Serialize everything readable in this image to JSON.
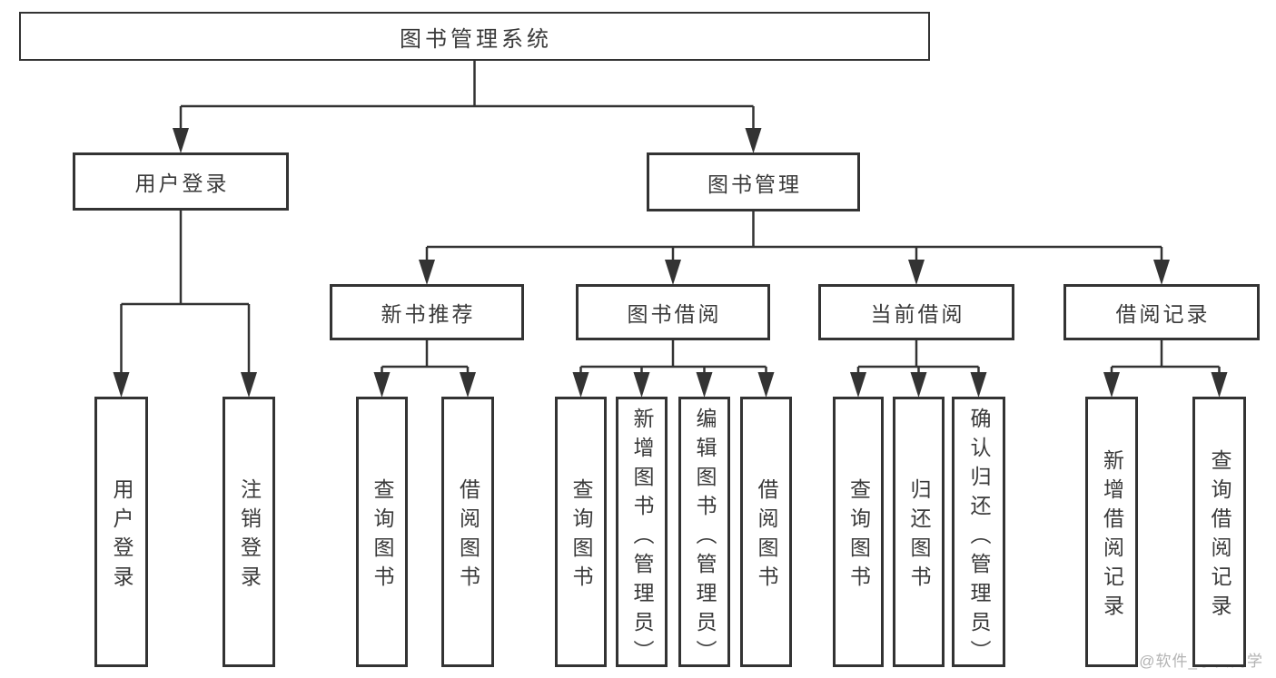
{
  "diagram": {
    "title": "图书管理系统",
    "watermark": "CSDN @软件_小贺同学",
    "colors": {
      "line": "#333333",
      "box_border": "#333333",
      "box_background": "#ffffff",
      "text": "#3a3a3a",
      "watermark": "#b3b3b3"
    },
    "nodes": [
      {
        "id": "root",
        "label": "图书管理系统",
        "level": 1,
        "parent": null,
        "orientation": "horizontal"
      },
      {
        "id": "user-login",
        "label": "用户登录",
        "level": 2,
        "parent": "root",
        "orientation": "horizontal"
      },
      {
        "id": "book-management",
        "label": "图书管理",
        "level": 2,
        "parent": "root",
        "orientation": "horizontal"
      },
      {
        "id": "new-book-recommend",
        "label": "新书推荐",
        "level": 3,
        "parent": "book-management",
        "orientation": "horizontal"
      },
      {
        "id": "book-borrowing",
        "label": "图书借阅",
        "level": 3,
        "parent": "book-management",
        "orientation": "horizontal"
      },
      {
        "id": "current-borrowing",
        "label": "当前借阅",
        "level": 3,
        "parent": "book-management",
        "orientation": "horizontal"
      },
      {
        "id": "borrowing-records",
        "label": "借阅记录",
        "level": 3,
        "parent": "book-management",
        "orientation": "horizontal"
      },
      {
        "id": "user-login-action",
        "label": "用户登录",
        "level": 4,
        "parent": "user-login",
        "orientation": "vertical"
      },
      {
        "id": "logout-action",
        "label": "注销登录",
        "level": 4,
        "parent": "user-login",
        "orientation": "vertical"
      },
      {
        "id": "query-books-recommend",
        "label": "查询图书",
        "level": 4,
        "parent": "new-book-recommend",
        "orientation": "vertical"
      },
      {
        "id": "borrow-books-recommend",
        "label": "借阅图书",
        "level": 4,
        "parent": "new-book-recommend",
        "orientation": "vertical"
      },
      {
        "id": "query-books-borrowing",
        "label": "查询图书",
        "level": 4,
        "parent": "book-borrowing",
        "orientation": "vertical"
      },
      {
        "id": "add-books-admin",
        "label": "新增图书（管理员）",
        "level": 4,
        "parent": "book-borrowing",
        "orientation": "vertical"
      },
      {
        "id": "edit-books-admin",
        "label": "编辑图书（管理员）",
        "level": 4,
        "parent": "book-borrowing",
        "orientation": "vertical"
      },
      {
        "id": "borrow-books-borrowing",
        "label": "借阅图书",
        "level": 4,
        "parent": "book-borrowing",
        "orientation": "vertical"
      },
      {
        "id": "query-books-current",
        "label": "查询图书",
        "level": 4,
        "parent": "current-borrowing",
        "orientation": "vertical"
      },
      {
        "id": "return-books",
        "label": "归还图书",
        "level": 4,
        "parent": "current-borrowing",
        "orientation": "vertical"
      },
      {
        "id": "confirm-return-admin",
        "label": "确认归还（管理员）",
        "level": 4,
        "parent": "current-borrowing",
        "orientation": "vertical"
      },
      {
        "id": "add-borrow-record",
        "label": "新增借阅记录",
        "level": 4,
        "parent": "borrowing-records",
        "orientation": "vertical"
      },
      {
        "id": "query-borrow-record",
        "label": "查询借阅记录",
        "level": 4,
        "parent": "borrowing-records",
        "orientation": "vertical"
      }
    ]
  }
}
